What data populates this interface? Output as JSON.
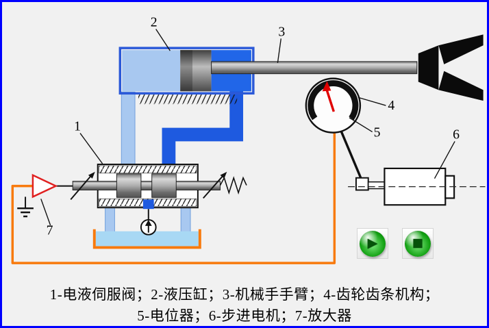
{
  "labels": [
    "1",
    "2",
    "3",
    "4",
    "5",
    "6",
    "7"
  ],
  "caption": {
    "line1": "1-电液伺服阀；2-液压缸；3-机械手手臂；4-齿轮齿条机构；",
    "line2": "5-电位器；6-步进电机；7-放大器"
  },
  "controls": {
    "play_glyph": "▶",
    "stop_glyph": "■"
  },
  "icons": {
    "play": "play-icon",
    "stop": "stop-icon"
  },
  "colors": {
    "frame_border": "#0000ff",
    "background": "#f1f1f1",
    "feedback_wire": "#f87a0d",
    "pressure_pipe": "#1e5ae0",
    "return_pipe": "#a8c8f0",
    "cylinder_outline": "#2b59d8",
    "needle_red": "#e00000",
    "amplifier_red": "#e02020",
    "button_green": "#12a012"
  }
}
